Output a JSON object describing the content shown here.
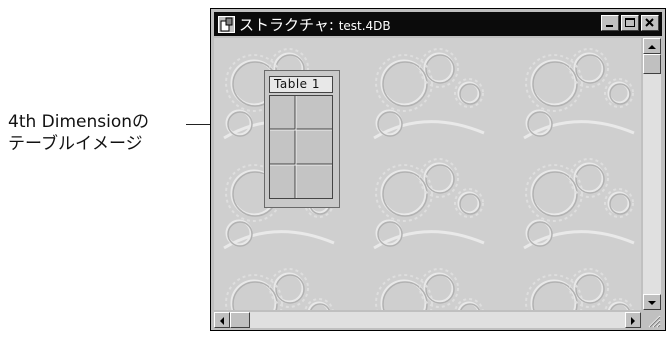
{
  "callout": {
    "line1": "4th Dimensionの",
    "line2": "テーブルイメージ"
  },
  "window": {
    "title_prefix": "ストラクチャ: ",
    "title_file": "test.4DB"
  },
  "table": {
    "name": "Table 1"
  },
  "colors": {
    "titlebar": "#0b0b0b",
    "window_face": "#c0c0c0",
    "background": "#cfcfcf"
  }
}
